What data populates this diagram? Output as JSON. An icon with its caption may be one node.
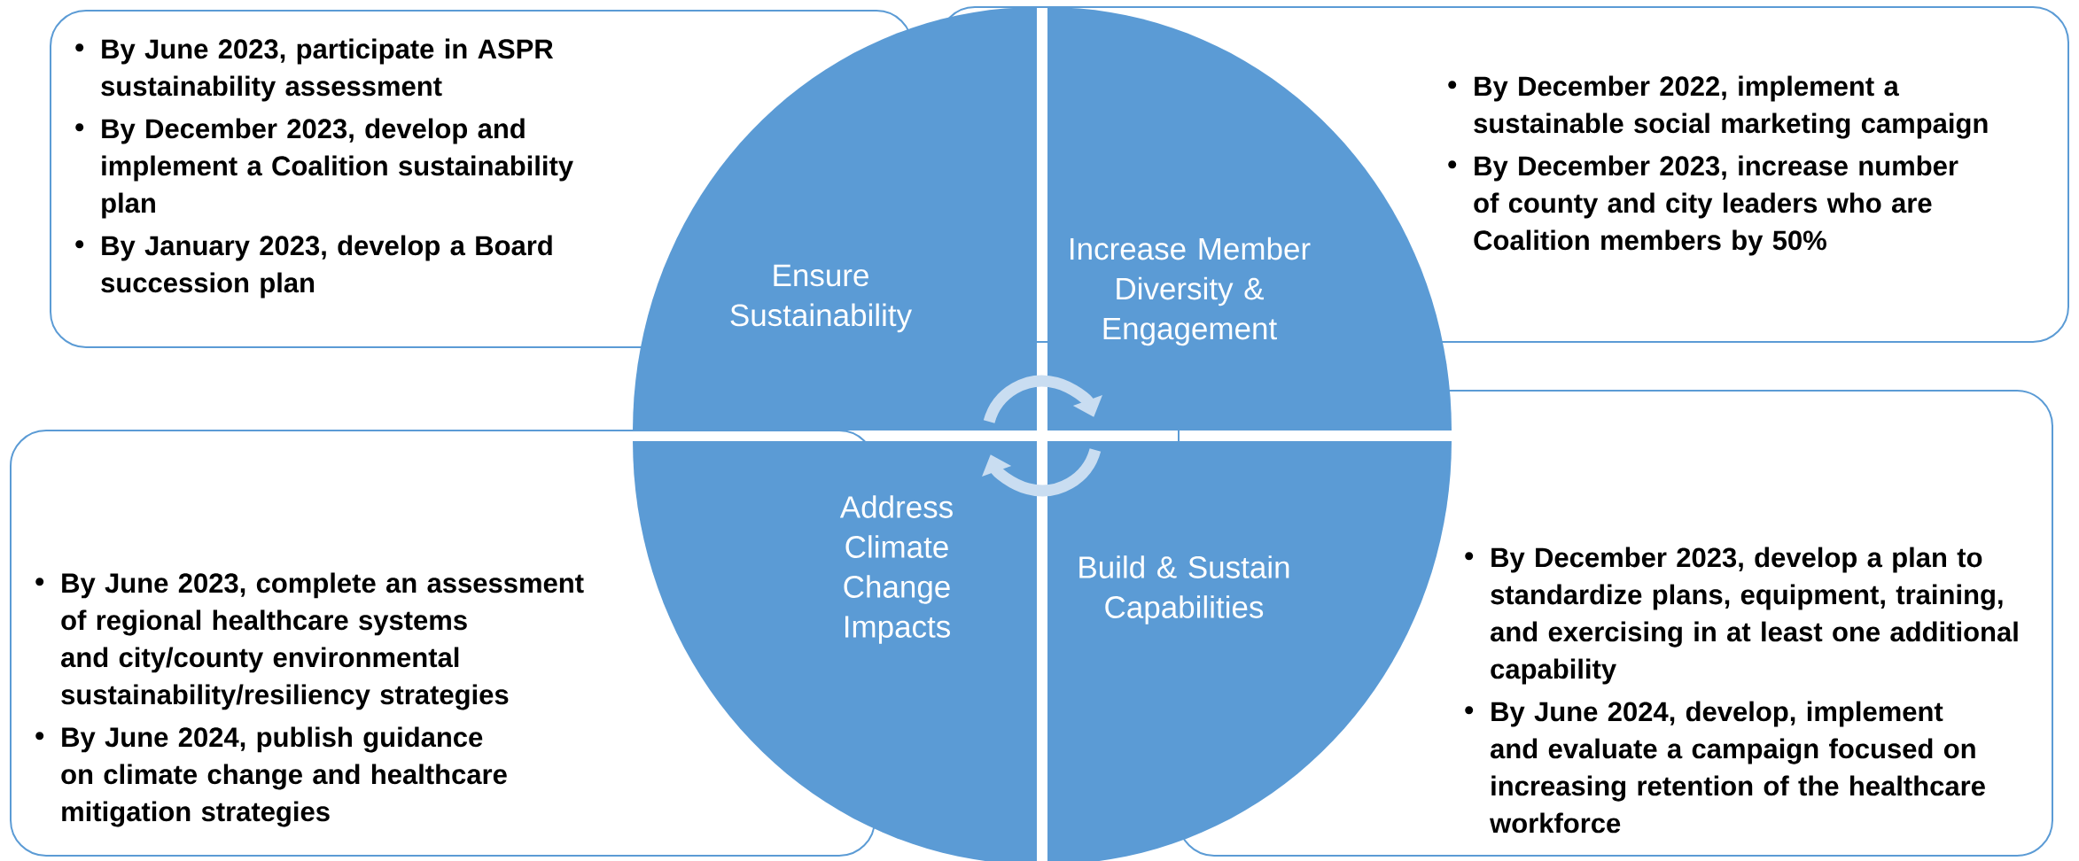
{
  "diagram": {
    "nodes": [
      {
        "text": [
          "By June 2023, participate in ASPR sustainability assessment",
          "By December 2023, develop and implement a Coalition sustainability plan",
          "By January 2023, develop a Board succession plan"
        ]
      },
      {
        "text": [
          "By December 2022, implement a sustainable social marketing campaign",
          "By December 2023, increase number of county and city leaders who are Coalition members by 50%"
        ]
      },
      {
        "text": [
          "By June 2023, complete an assessment of regional healthcare systems and city/county environmental sustainability/resiliency strategies",
          "By June 2024, publish guidance on climate change and healthcare mitigation strategies"
        ]
      },
      {
        "text": [
          "By December 2023, develop a plan to standardize plans, equipment, training, and exercising in at least one additional capability",
          "By June 2024, develop, implement and evaluate a campaign focused on increasing retention of the healthcare workforce"
        ]
      },
      {
        "text": [
          "Ensure Sustainability"
        ]
      },
      {
        "text": [
          "Increase Member Diversity & Engagement"
        ]
      },
      {
        "text": [
          "Address Climate Change Impacts"
        ]
      },
      {
        "text": [
          "Build & Sustain Capabilities"
        ]
      }
    ],
    "edges": [
      {
        "from": 4,
        "to": 5,
        "arrow": "to"
      },
      {
        "from": 7,
        "to": 6,
        "arrow": "to"
      }
    ]
  }
}
